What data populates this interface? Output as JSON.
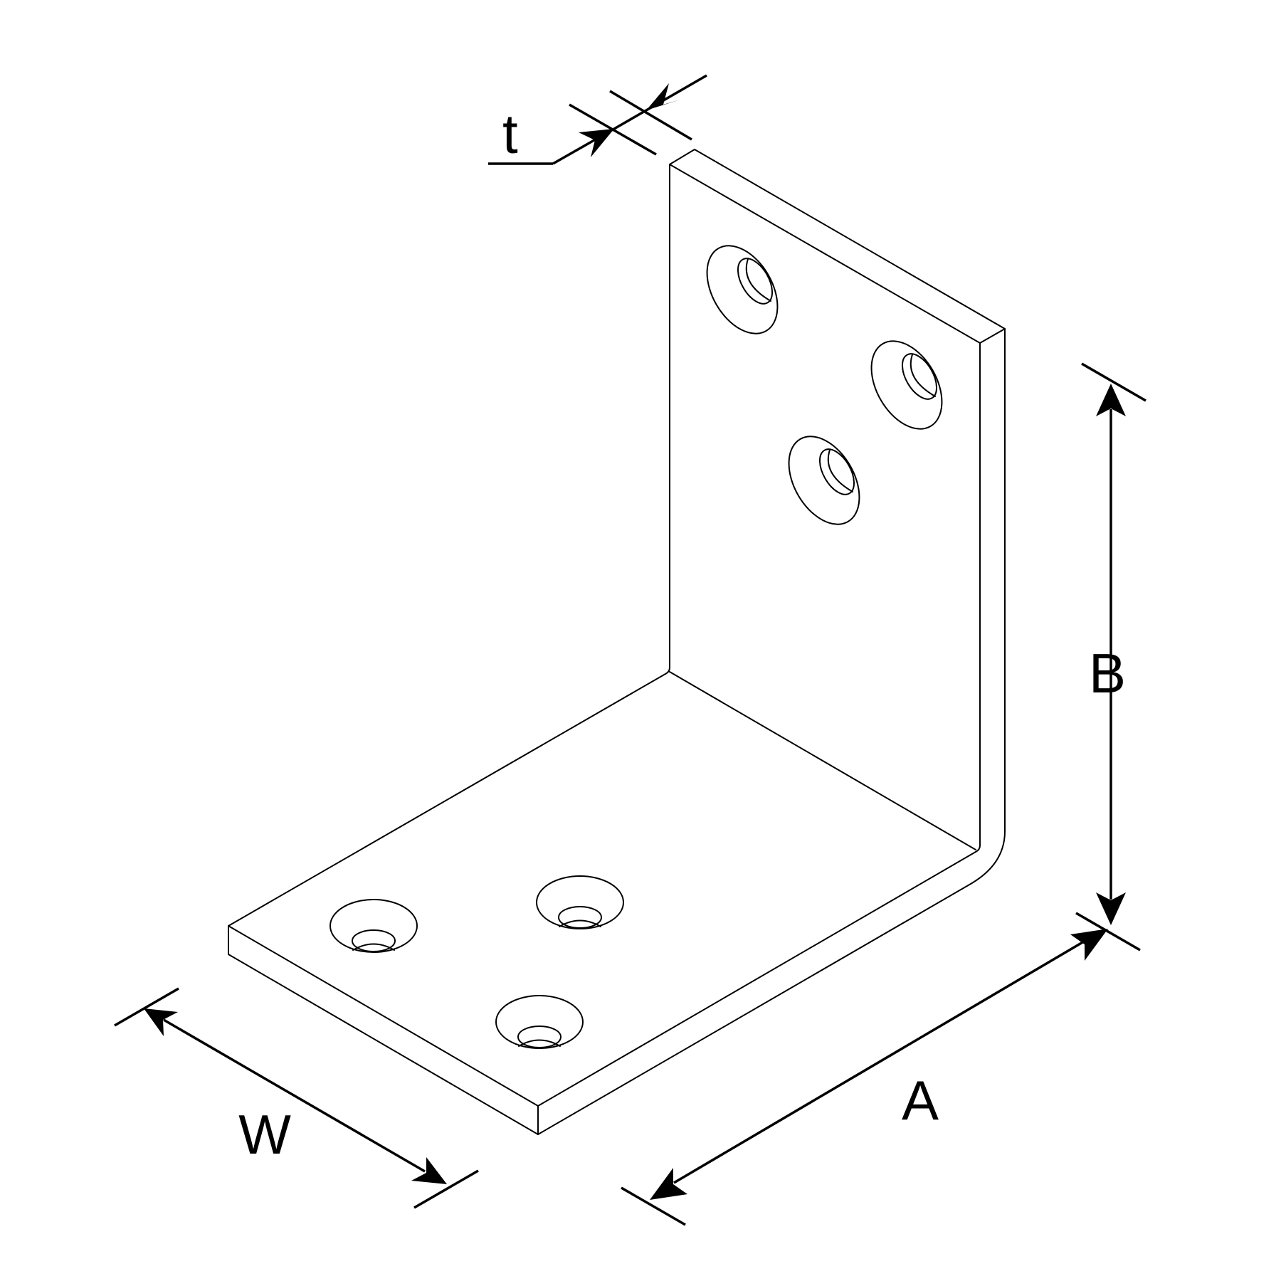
{
  "labels": {
    "thickness": "t",
    "height": "B",
    "length": "A",
    "width": "W"
  },
  "colors": {
    "line": "#000000",
    "background": "#ffffff"
  },
  "holes": {
    "vertical_flange": 3,
    "horizontal_flange": 3
  }
}
